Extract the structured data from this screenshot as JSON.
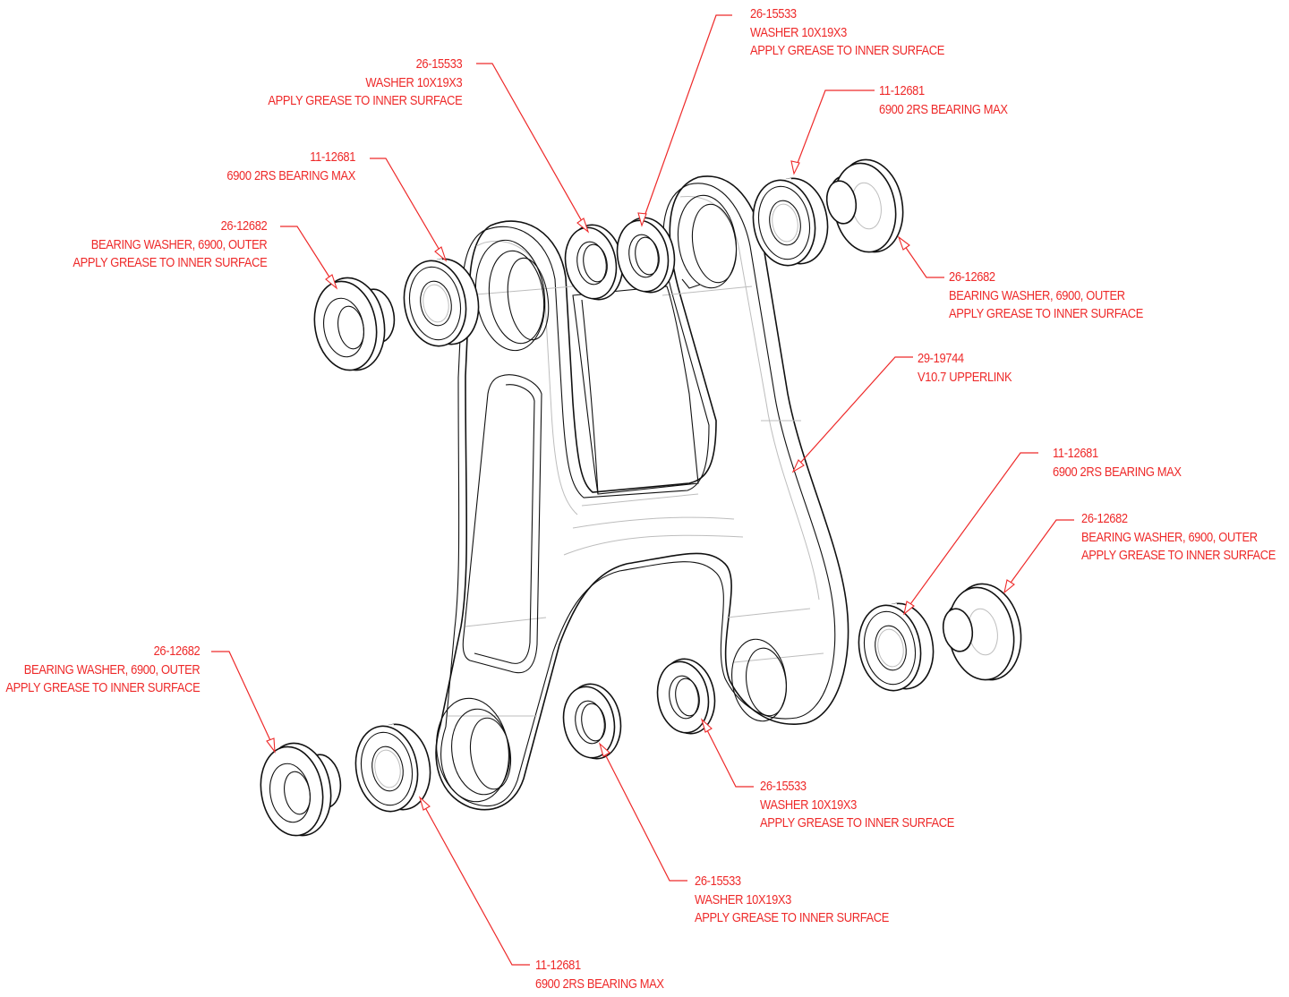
{
  "drawing": {
    "title": "V10.7 Upperlink exploded assembly",
    "accent_color": "#ee2a2a",
    "line_color": "#111111"
  },
  "callouts": [
    {
      "id": "c1",
      "part_no": "26-15533",
      "lines": [
        "WASHER 10X19X3",
        "APPLY GREASE TO INNER SURFACE"
      ]
    },
    {
      "id": "c2",
      "part_no": "26-15533",
      "lines": [
        "WASHER 10X19X3",
        "APPLY GREASE TO INNER SURFACE"
      ]
    },
    {
      "id": "c3",
      "part_no": "11-12681",
      "lines": [
        "6900 2RS BEARING MAX"
      ]
    },
    {
      "id": "c4",
      "part_no": "11-12681",
      "lines": [
        "6900 2RS BEARING MAX"
      ]
    },
    {
      "id": "c5",
      "part_no": "26-12682",
      "lines": [
        "BEARING WASHER, 6900, OUTER",
        "APPLY GREASE TO INNER SURFACE"
      ]
    },
    {
      "id": "c6",
      "part_no": "26-12682",
      "lines": [
        "BEARING WASHER, 6900, OUTER",
        "APPLY GREASE TO INNER SURFACE"
      ]
    },
    {
      "id": "c7",
      "part_no": "29-19744",
      "lines": [
        "V10.7 UPPERLINK"
      ]
    },
    {
      "id": "c8",
      "part_no": "11-12681",
      "lines": [
        "6900 2RS BEARING MAX"
      ]
    },
    {
      "id": "c9",
      "part_no": "26-12682",
      "lines": [
        "BEARING WASHER, 6900, OUTER",
        "APPLY GREASE TO INNER SURFACE"
      ]
    },
    {
      "id": "c10",
      "part_no": "26-12682",
      "lines": [
        "BEARING WASHER, 6900, OUTER",
        "APPLY GREASE TO INNER SURFACE"
      ]
    },
    {
      "id": "c11",
      "part_no": "26-15533",
      "lines": [
        "WASHER 10X19X3",
        "APPLY GREASE TO INNER SURFACE"
      ]
    },
    {
      "id": "c12",
      "part_no": "26-15533",
      "lines": [
        "WASHER 10X19X3",
        "APPLY GREASE TO INNER SURFACE"
      ]
    },
    {
      "id": "c13",
      "part_no": "11-12681",
      "lines": [
        "6900 2RS BEARING MAX"
      ]
    }
  ]
}
